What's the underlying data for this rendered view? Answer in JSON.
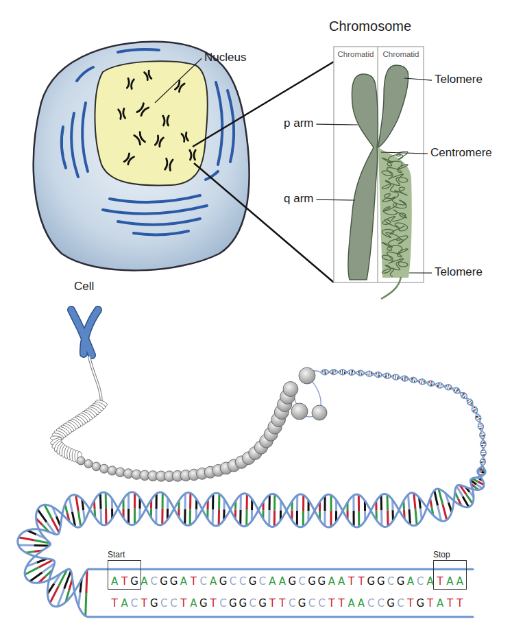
{
  "diagram": {
    "nodes": [
      {
        "text": [
          "Start"
        ]
      },
      {
        "text": [
          "Stop"
        ]
      }
    ],
    "labels": [
      "Nucleus",
      "Chromosome",
      "Chromatid",
      "Chromatid",
      "Telomere",
      "p arm",
      "Centromere",
      "q arm",
      "Telomere",
      "Cell",
      "ATGACGGATCAGCCGCAAGCGGAATTGGCGACATAA",
      "TACTGCCTAGTCGGCGTTCGCCTTAACCGCTGTATT"
    ]
  }
}
